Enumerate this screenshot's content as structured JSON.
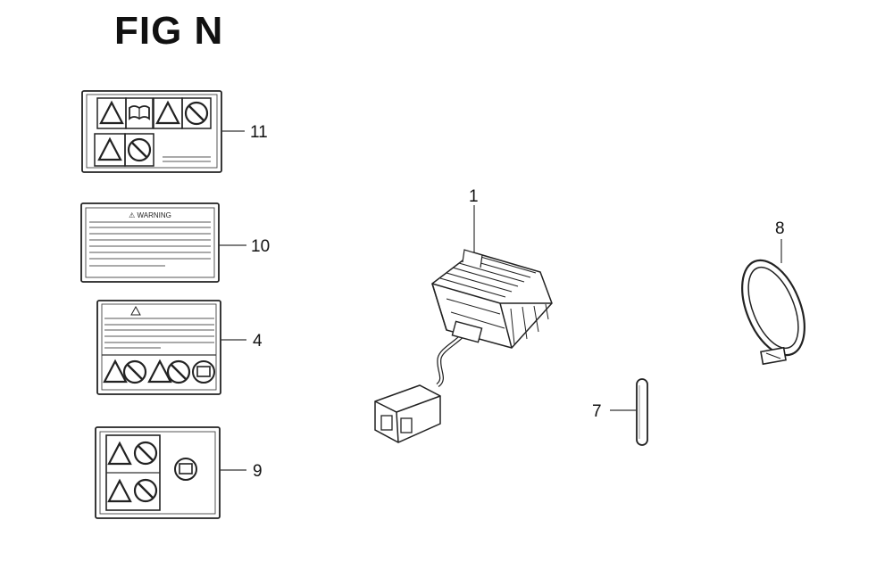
{
  "figure": {
    "title": "FIG N"
  },
  "callouts": [
    {
      "id": "decal-11",
      "number": "11"
    },
    {
      "id": "decal-10",
      "number": "10"
    },
    {
      "id": "decal-4",
      "number": "4"
    },
    {
      "id": "decal-9",
      "number": "9"
    },
    {
      "id": "regulator",
      "number": "1"
    },
    {
      "id": "clamp",
      "number": "8"
    },
    {
      "id": "pin",
      "number": "7"
    }
  ],
  "labels": {
    "decal_10_heading": "⚠ WARNING"
  },
  "icons": [
    "warning-triangle-icon",
    "prohibition-circle-icon",
    "manual-book-icon",
    "engine-icon"
  ]
}
